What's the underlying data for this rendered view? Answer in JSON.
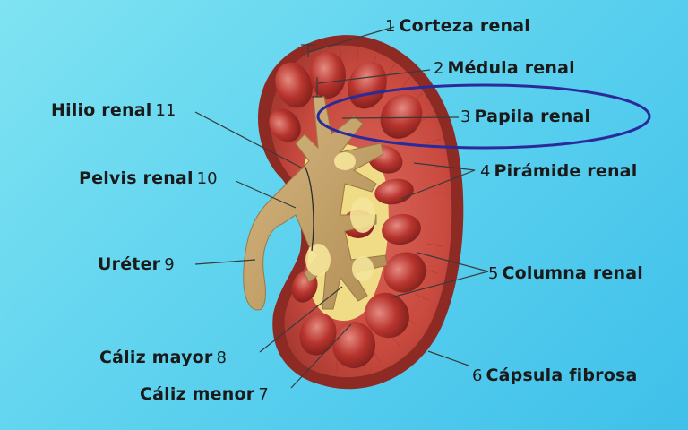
{
  "labels": [
    {
      "id": "corteza",
      "num": "1",
      "name": "Corteza renal"
    },
    {
      "id": "medula",
      "num": "2",
      "name": "Médula renal"
    },
    {
      "id": "papila",
      "num": "3",
      "name": "Papila renal"
    },
    {
      "id": "piramide",
      "num": "4",
      "name": "Pirámide renal"
    },
    {
      "id": "columna",
      "num": "5",
      "name": "Columna renal"
    },
    {
      "id": "capsula",
      "num": "6",
      "name": "Cápsula fibrosa"
    },
    {
      "id": "caliz-menor",
      "num": "7",
      "name": "Cáliz menor"
    },
    {
      "id": "caliz-mayor",
      "num": "8",
      "name": "Cáliz mayor"
    },
    {
      "id": "ureter",
      "num": "9",
      "name": "Uréter"
    },
    {
      "id": "pelvis",
      "num": "10",
      "name": "Pelvis renal"
    },
    {
      "id": "hilio",
      "num": "11",
      "name": "Hilio renal"
    }
  ],
  "colors": {
    "background": "#5fd3ef",
    "capsule": "#8e2a24",
    "cortex": "#c94a3f",
    "pyramid": "#b8342e",
    "calyx": "#c9a56a",
    "fat": "#f0dc86",
    "highlight_ellipse": "#2a2a9a"
  }
}
